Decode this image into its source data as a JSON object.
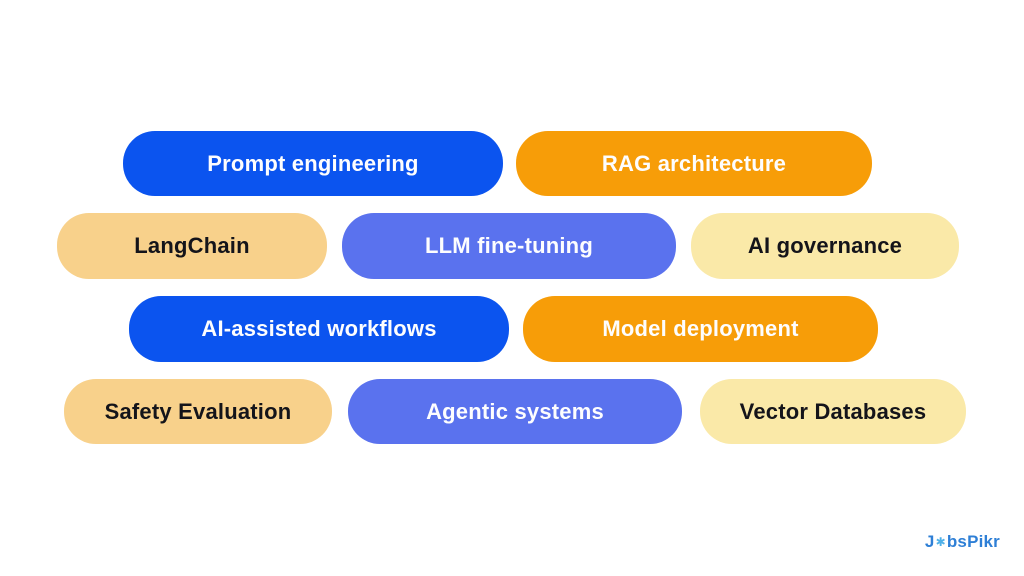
{
  "diagram": {
    "description": "Grid of rounded tag pills listing AI/LLM skill topics",
    "pills": [
      {
        "id": "prompt-engineering",
        "label": "Prompt engineering",
        "row": 1,
        "color": "#0b54ef",
        "text_color": "#fdfdfe"
      },
      {
        "id": "rag-architecture",
        "label": "RAG architecture",
        "row": 1,
        "color": "#f79d08",
        "text_color": "#fdfdfe"
      },
      {
        "id": "langchain",
        "label": "LangChain",
        "row": 2,
        "color": "#f8d18b",
        "text_color": "#14141a"
      },
      {
        "id": "llm-fine-tuning",
        "label": "LLM fine-tuning",
        "row": 2,
        "color": "#5a72ee",
        "text_color": "#fdfdfe"
      },
      {
        "id": "ai-governance",
        "label": "AI governance",
        "row": 2,
        "color": "#fae9a8",
        "text_color": "#14141a"
      },
      {
        "id": "ai-assisted-workflows",
        "label": "AI-assisted workflows",
        "row": 3,
        "color": "#0b54ef",
        "text_color": "#fdfdfe"
      },
      {
        "id": "model-deployment",
        "label": "Model deployment",
        "row": 3,
        "color": "#f79d08",
        "text_color": "#fdfdfe"
      },
      {
        "id": "safety-evaluation",
        "label": "Safety Evaluation",
        "row": 4,
        "color": "#f8d18b",
        "text_color": "#14141a"
      },
      {
        "id": "agentic-systems",
        "label": "Agentic systems",
        "row": 4,
        "color": "#5a72ee",
        "text_color": "#fdfdfe"
      },
      {
        "id": "vector-databases",
        "label": "Vector Databases",
        "row": 4,
        "color": "#fae9a8",
        "text_color": "#14141a"
      }
    ]
  },
  "footer": {
    "logo_text": "JobsPikr",
    "logo_part1": "J",
    "logo_mark": "✱",
    "logo_part2": "bsPikr",
    "logo_color": "#2e7fd6",
    "logo_mark_color": "#4fb0e8"
  },
  "colors": {
    "background": "#ffffff",
    "blue": "#0b54ef",
    "orange": "#f79d08",
    "periwinkle": "#5a72ee",
    "peach": "#f8d18b",
    "pale_yellow": "#fae9a8",
    "text_on_dark": "#fdfdfe",
    "text_on_light": "#14141a"
  }
}
